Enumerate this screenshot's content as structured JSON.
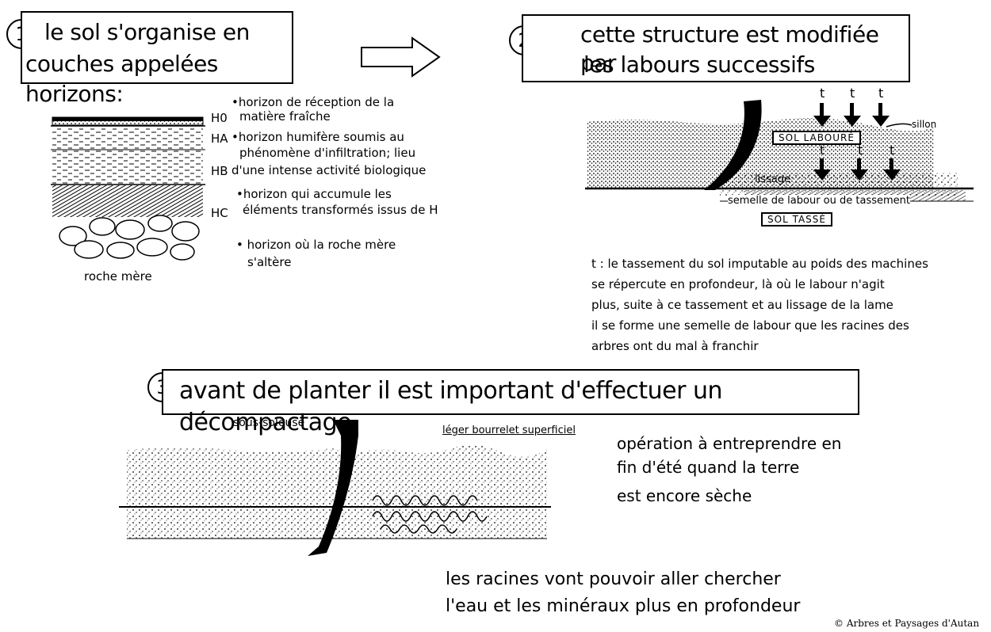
{
  "panel1": {
    "number": "1",
    "title_line1": "le sol s'organise en",
    "title_line2": "couches appelées horizons:",
    "horizons": [
      {
        "code": "H0",
        "desc_line1": "•horizon de réception de la",
        "desc_line2": "matière fraîche"
      },
      {
        "code": "HA",
        "desc_line1": "•horizon humifère soumis au",
        "desc_line2": "phénomène d'infiltration; lieu"
      },
      {
        "code": "HB",
        "desc_line1": "d'une intense activité biologique",
        "desc_line2": ""
      },
      {
        "code": "HC",
        "desc_line1": "•horizon qui accumule les",
        "desc_line2": "éléments transformés issus de H"
      }
    ],
    "last_desc_line1": "• horizon où la roche mère",
    "last_desc_line2": "s'altère",
    "bedrock_label": "roche mère"
  },
  "panel2": {
    "number": "2",
    "title_line1": "cette structure est modifiée par",
    "title_line2": "les labours successifs",
    "tag_worked": "SOL LABOURÉ",
    "tag_compacted": "SOL TASSÉ",
    "label_furrow": "sillon",
    "label_smoothing": "lissage",
    "label_pan": "semelle de labour ou de tassement",
    "arrow_letter": "t",
    "note_lines": [
      "t : le tassement du sol imputable au poids des machines",
      "se répercute en profondeur, là où le labour n'agit",
      "plus, suite à ce tassement et au lissage de la lame",
      "il se forme une semelle de labour que les racines des",
      "arbres ont du mal à franchir"
    ]
  },
  "panel3": {
    "number": "3",
    "title": "avant de planter il est important d'effectuer un décompactage",
    "label_subsoiler": "sous-soleuse",
    "label_ridge": "léger bourrelet superficiel",
    "note_lines": [
      "opération à entreprendre en",
      "fin d'été quand la terre",
      "est encore sèche"
    ],
    "bottom_lines": [
      "les racines vont pouvoir aller chercher",
      "l'eau et les minéraux plus en profondeur"
    ]
  },
  "copyright": "© Arbres et Paysages d'Autan",
  "colors": {
    "ink": "#000000",
    "paper": "#ffffff"
  }
}
